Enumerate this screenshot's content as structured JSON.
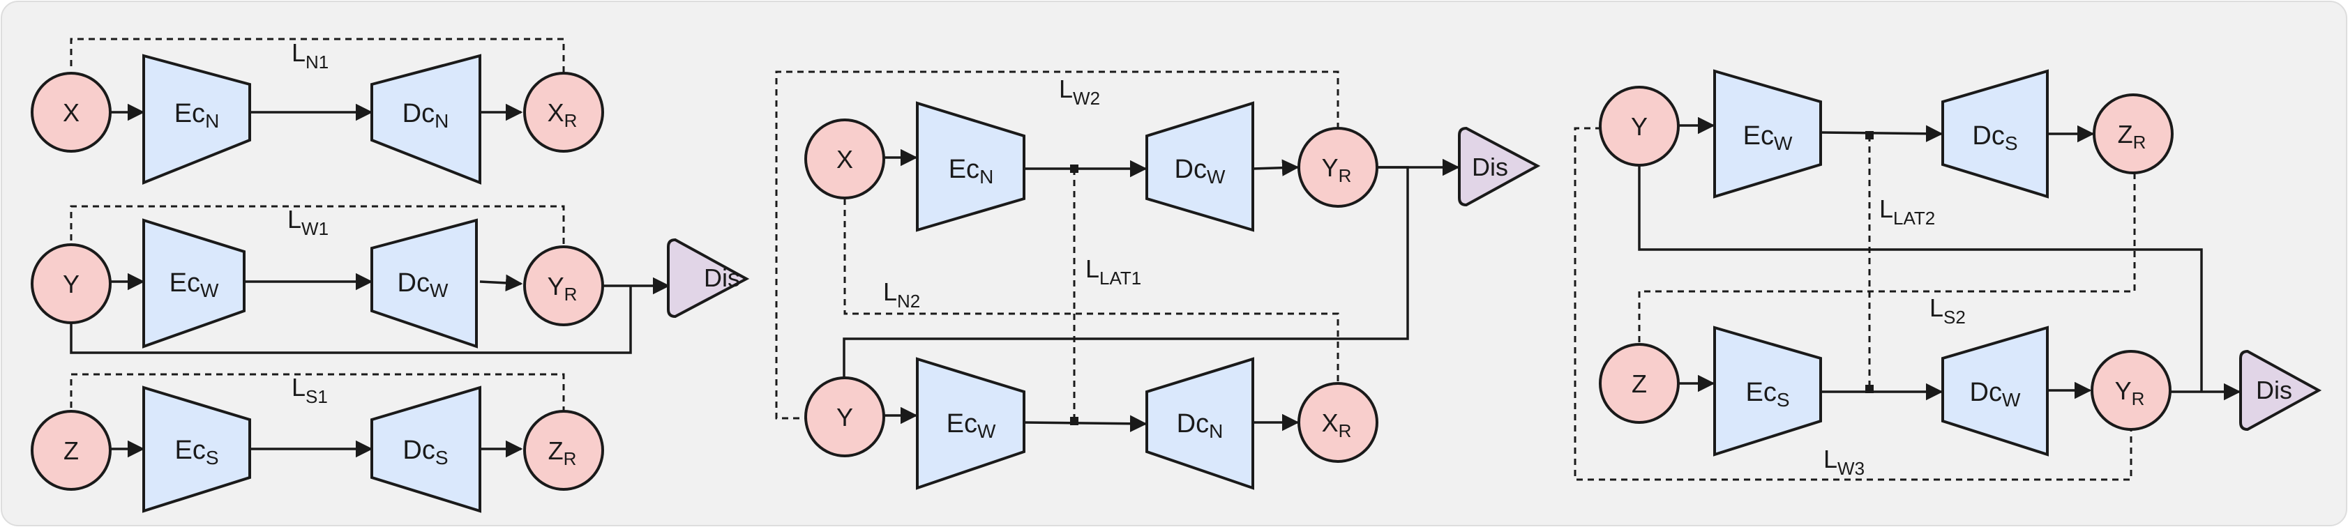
{
  "panel_1": {
    "row_n": {
      "input": "X",
      "encoder": "Ec",
      "encoder_sub": "N",
      "decoder": "Dc",
      "decoder_sub": "N",
      "output": "X",
      "output_sub": "R",
      "loss": "L",
      "loss_sub": "N1"
    },
    "row_w": {
      "input": "Y",
      "encoder": "Ec",
      "encoder_sub": "W",
      "decoder": "Dc",
      "decoder_sub": "W",
      "output": "Y",
      "output_sub": "R",
      "loss": "L",
      "loss_sub": "W1",
      "discriminator": "Dis"
    },
    "row_s": {
      "input": "Z",
      "encoder": "Ec",
      "encoder_sub": "S",
      "decoder": "Dc",
      "decoder_sub": "S",
      "output": "Z",
      "output_sub": "R",
      "loss": "L",
      "loss_sub": "S1"
    }
  },
  "panel_2": {
    "top": {
      "input": "X",
      "encoder": "Ec",
      "encoder_sub": "N",
      "decoder": "Dc",
      "decoder_sub": "W",
      "output": "Y",
      "output_sub": "R",
      "discriminator": "Dis"
    },
    "bottom": {
      "input": "Y",
      "encoder": "Ec",
      "encoder_sub": "W",
      "decoder": "Dc",
      "decoder_sub": "N",
      "output": "X",
      "output_sub": "R"
    },
    "loss_w2": {
      "main": "L",
      "sub": "W2"
    },
    "loss_n2": {
      "main": "L",
      "sub": "N2"
    },
    "loss_lat1": {
      "main": "L",
      "sub": "LAT1"
    }
  },
  "panel_3": {
    "top": {
      "input": "Y",
      "encoder": "Ec",
      "encoder_sub": "W",
      "decoder": "Dc",
      "decoder_sub": "S",
      "output": "Z",
      "output_sub": "R"
    },
    "bottom": {
      "input": "Z",
      "encoder": "Ec",
      "encoder_sub": "S",
      "decoder": "Dc",
      "decoder_sub": "W",
      "output": "Y",
      "output_sub": "R",
      "discriminator": "Dis"
    },
    "loss_lat2": {
      "main": "L",
      "sub": "LAT2"
    },
    "loss_s2": {
      "main": "L",
      "sub": "S2"
    },
    "loss_w3": {
      "main": "L",
      "sub": "W3"
    }
  },
  "colors": {
    "background": "#f1f1f1",
    "node_fill": "#f8cecc",
    "block_fill": "#dae8fc",
    "discriminator_fill": "#e1d5e7",
    "stroke": "#1a1a1a"
  }
}
